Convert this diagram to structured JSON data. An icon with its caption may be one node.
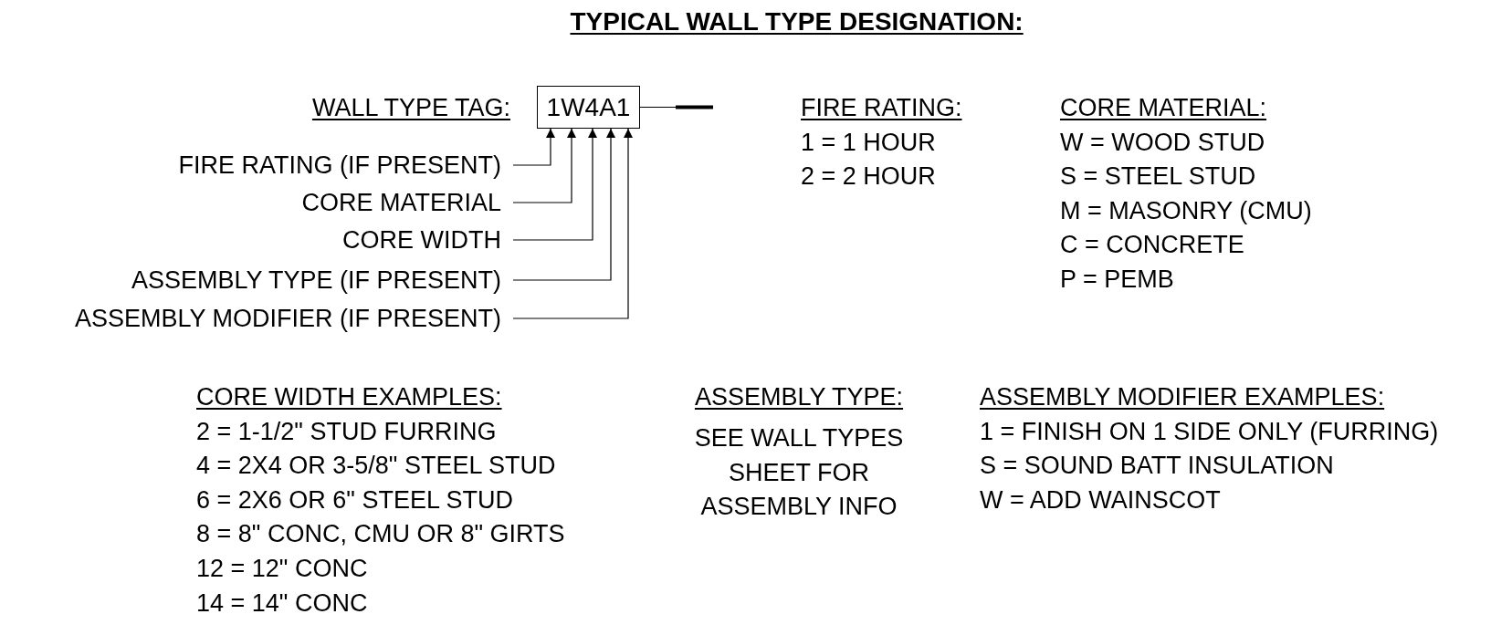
{
  "diagram": {
    "title": "TYPICAL WALL TYPE DESIGNATION:",
    "nodes": [
      {
        "text": [
          "1W4A1"
        ],
        "beside": [
          "WALL TYPE TAG:"
        ]
      },
      {
        "text": [
          "FIRE RATING (IF PRESENT)"
        ]
      },
      {
        "text": [
          "CORE MATERIAL"
        ]
      },
      {
        "text": [
          "CORE WIDTH"
        ]
      },
      {
        "text": [
          "ASSEMBLY TYPE (IF PRESENT)"
        ]
      },
      {
        "text": [
          "ASSEMBLY MODIFIER (IF PRESENT)"
        ]
      }
    ],
    "edges": [
      {
        "from": 1,
        "to": 0,
        "arrow": "to"
      },
      {
        "from": 2,
        "to": 0,
        "arrow": "to"
      },
      {
        "from": 3,
        "to": 0,
        "arrow": "to"
      },
      {
        "from": 4,
        "to": 0,
        "arrow": "to"
      },
      {
        "from": 5,
        "to": 0,
        "arrow": "to"
      }
    ],
    "labels": [
      "FIRE RATING:",
      "1 = 1 HOUR",
      "2 = 2 HOUR",
      "CORE MATERIAL:",
      "W = WOOD STUD",
      "S = STEEL STUD",
      "M = MASONRY (CMU)",
      "C = CONCRETE",
      "P = PEMB",
      "CORE WIDTH EXAMPLES:",
      "2 = 1-1/2\" STUD FURRING",
      "4 = 2X4 OR 3-5/8\" STEEL STUD",
      "6 = 2X6 OR 6\" STEEL STUD",
      "8 = 8\" CONC, CMU OR 8\" GIRTS",
      "12 = 12\" CONC",
      "14 = 14\" CONC",
      "ASSEMBLY TYPE:",
      "SEE WALL TYPES SHEET FOR ASSEMBLY INFO",
      "ASSEMBLY MODIFIER EXAMPLES:",
      "1 = FINISH ON 1 SIDE ONLY (FURRING)",
      "S = SOUND BATT INSULATION",
      "W = ADD WAINSCOT"
    ]
  }
}
